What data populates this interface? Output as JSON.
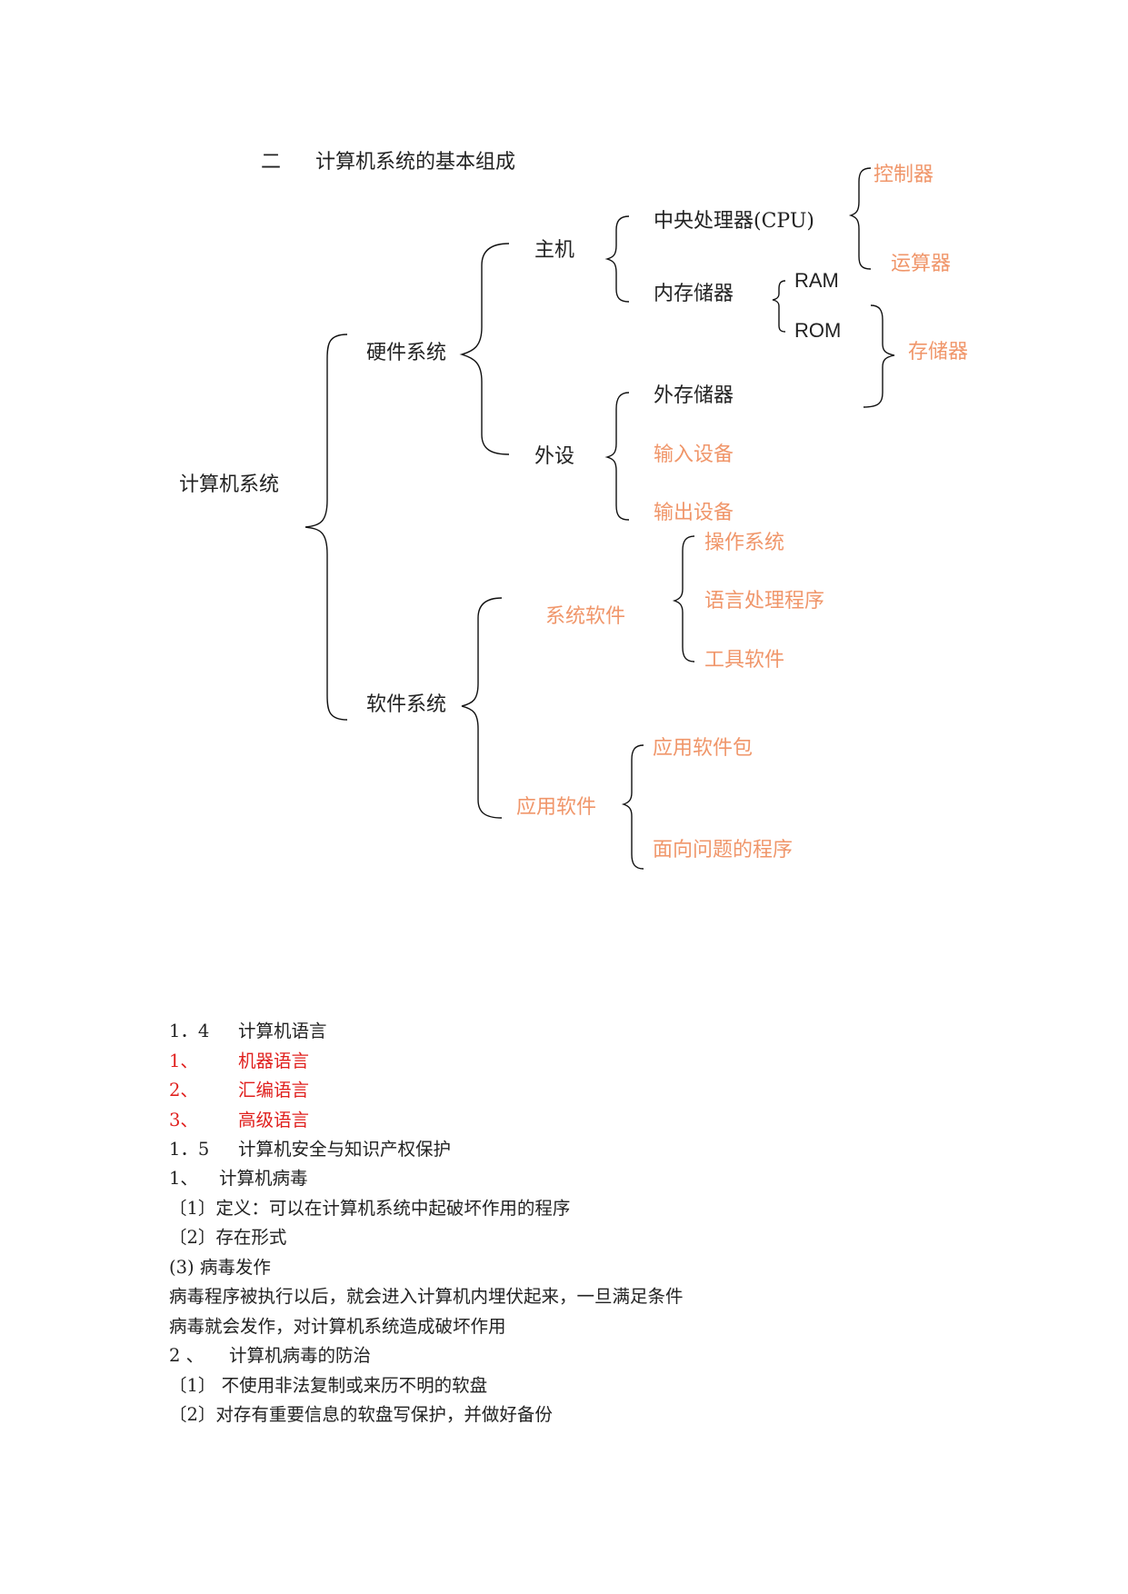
{
  "heading": {
    "number": "二",
    "title": "计算机系统的基本组成"
  },
  "tree": {
    "root": "计算机系统",
    "hardware": "硬件系统",
    "software": "软件系统",
    "host": "主机",
    "peripheral": "外设",
    "cpu": "中央处理器(CPU)",
    "controller": "控制器",
    "alu": "运算器",
    "memory": "内存储器",
    "ram": "RAM",
    "rom": "ROM",
    "storage": "存储器",
    "external_storage": "外存储器",
    "input_device": "输入设备",
    "output_device": "输出设备",
    "system_software": "系统软件",
    "os": "操作系统",
    "language_processor": "语言处理程序",
    "tools": "工具软件",
    "application_software": "应用软件",
    "app_package": "应用软件包",
    "problem_program": "面向问题的程序"
  },
  "notes": [
    {
      "num": "1．4",
      "text": "计算机语言",
      "color": "black"
    },
    {
      "num": "1、",
      "text": "机器语言",
      "color": "red"
    },
    {
      "num": "2、",
      "text": "汇编语言",
      "color": "red"
    },
    {
      "num": "3、",
      "text": "高级语言",
      "color": "red"
    },
    {
      "num": "1．5",
      "text": "计算机安全与知识产权保护",
      "color": "black"
    },
    {
      "num": "1、",
      "text": "计算机病毒",
      "color": "black"
    },
    {
      "num": "",
      "text": "〔1〕定义：可以在计算机系统中起破坏作用的程序",
      "color": "black"
    },
    {
      "num": "",
      "text": "〔2〕存在形式",
      "color": "black"
    },
    {
      "num": "",
      "text": " (3) 病毒发作",
      "color": "black"
    },
    {
      "num": "",
      "text": "病毒程序被执行以后，就会进入计算机内埋伏起来，一旦满足条件",
      "color": "black"
    },
    {
      "num": "",
      "text": "病毒就会发作，对计算机系统造成破坏作用",
      "color": "black"
    },
    {
      "num": "2 、",
      "text": "计算机病毒的防治",
      "color": "black"
    },
    {
      "num": "",
      "text": "〔1〕 不使用非法复制或来历不明的软盘",
      "color": "black"
    },
    {
      "num": "",
      "text": "〔2〕对存有重要信息的软盘写保护，并做好备份",
      "color": "black"
    }
  ],
  "colors": {
    "orange": "#f0966a",
    "red": "#e0201e",
    "text": "#222222"
  }
}
